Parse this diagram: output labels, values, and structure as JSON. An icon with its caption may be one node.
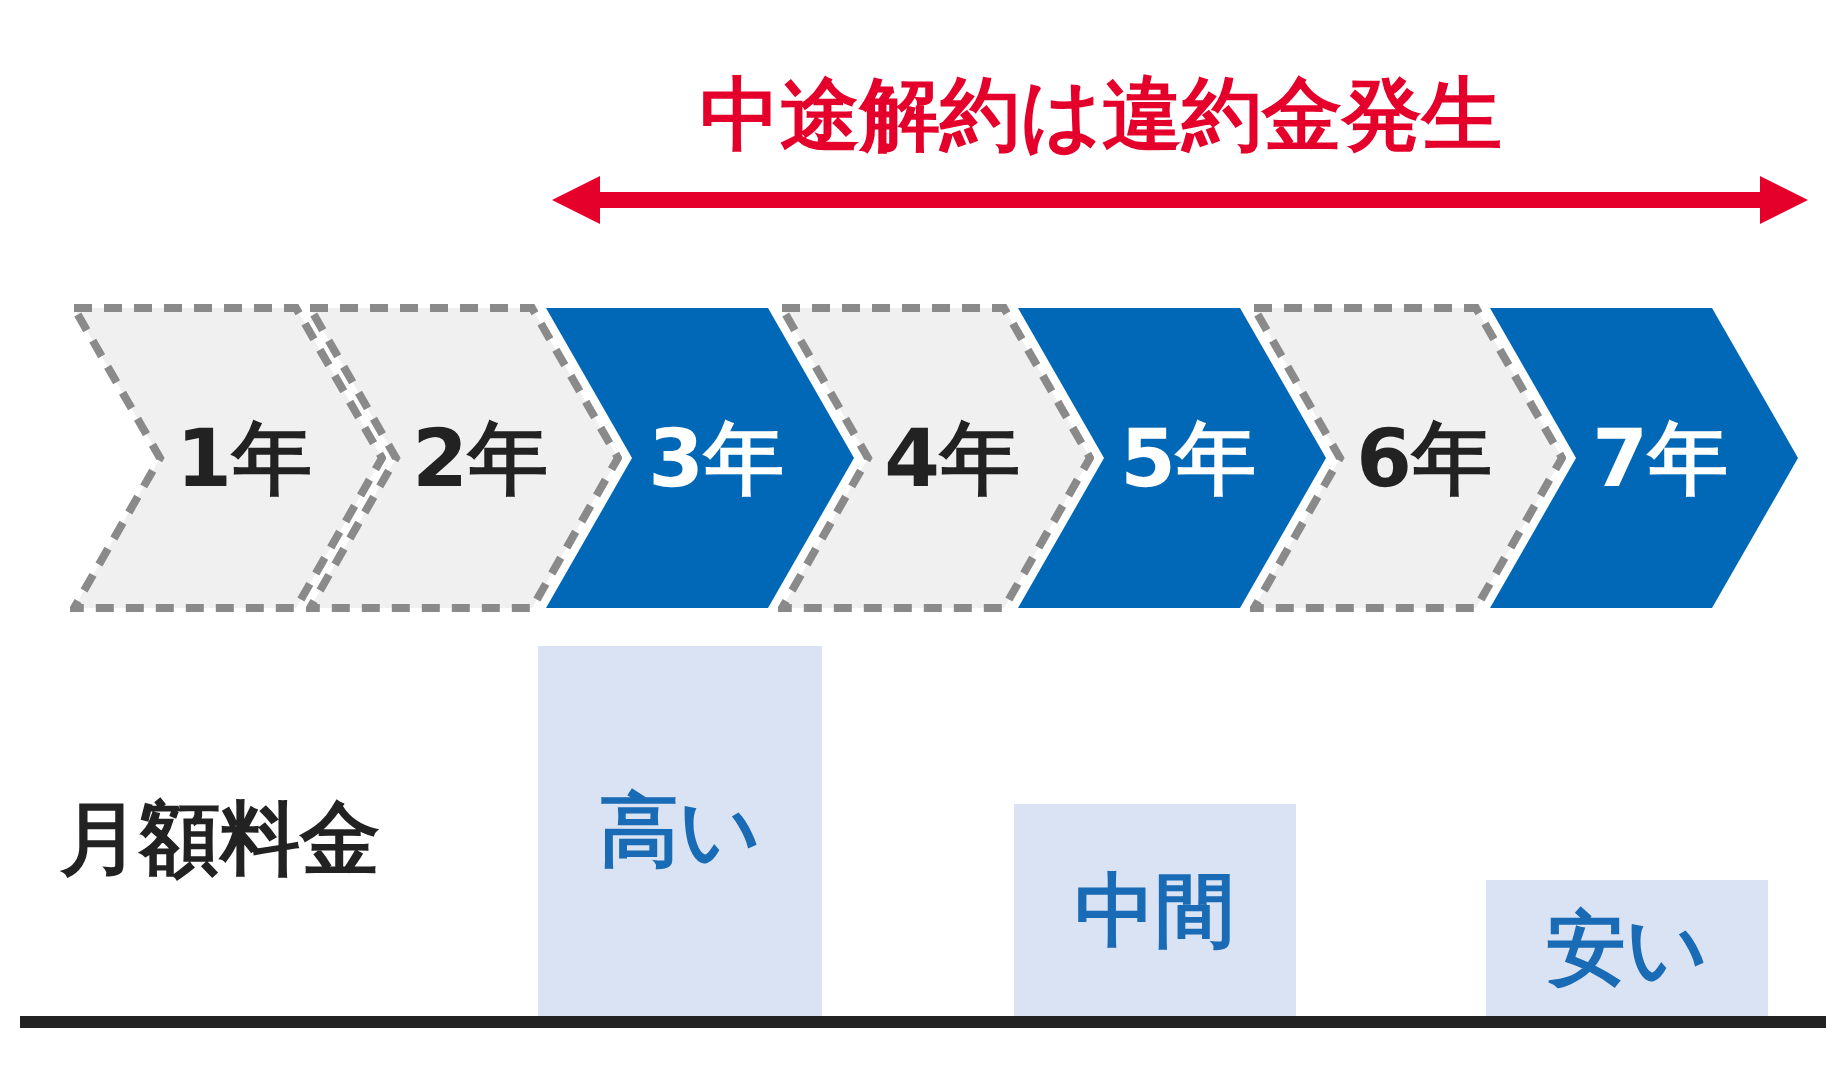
{
  "diagram": {
    "nodes": [
      {
        "text": [
          "1年"
        ]
      },
      {
        "text": [
          "2年"
        ]
      },
      {
        "text": [
          "3年"
        ]
      },
      {
        "text": [
          "4年"
        ]
      },
      {
        "text": [
          "5年"
        ]
      },
      {
        "text": [
          "6年"
        ]
      },
      {
        "text": [
          "7年"
        ]
      },
      {
        "text": [
          "高い"
        ]
      },
      {
        "text": [
          "中間"
        ]
      },
      {
        "text": [
          "安い"
        ]
      }
    ],
    "labels": [
      "中途解約は違約金発生",
      "月額料金"
    ]
  }
}
